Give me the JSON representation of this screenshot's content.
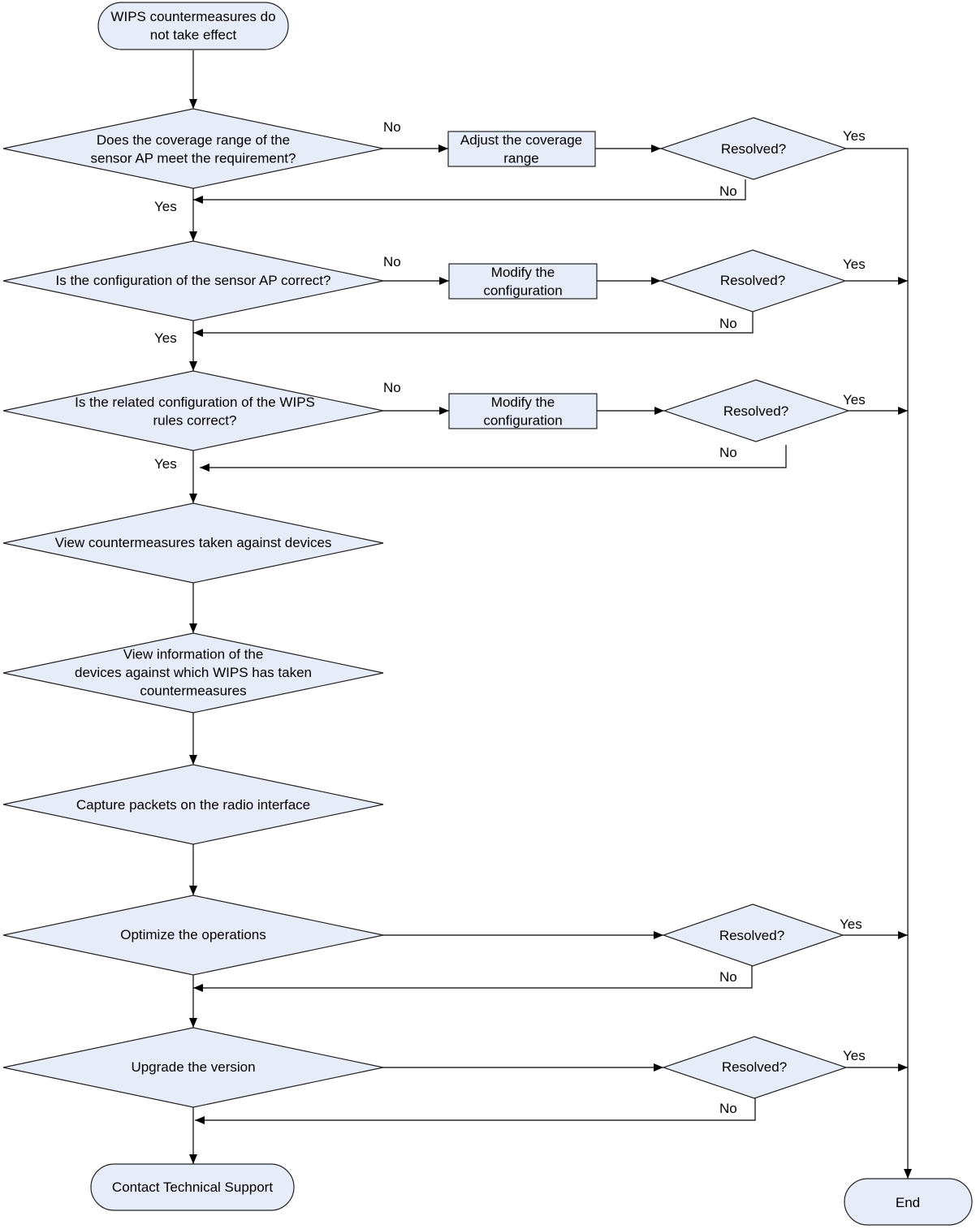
{
  "nodes": {
    "start": "WIPS countermeasures do not take effect",
    "q_coverage": "Does the coverage range of the sensor AP meet the requirement?",
    "a_adjust": "Adjust the coverage range",
    "r1": "Resolved?",
    "q_sensor_config": "Is the configuration of the sensor AP correct?",
    "a_modify_1": "Modify the configuration",
    "r2": "Resolved?",
    "q_wips_rules": "Is the related configuration of the WIPS rules correct?",
    "a_modify_2": "Modify the configuration",
    "r3": "Resolved?",
    "s_view_cm": "View countermeasures taken against devices",
    "s_view_devices": "View information of the devices against which WIPS has taken countermeasures",
    "s_capture": "Capture packets on the radio interface",
    "s_optimize": "Optimize the operations",
    "r4": "Resolved?",
    "s_upgrade": "Upgrade the version",
    "r5": "Resolved?",
    "contact": "Contact Technical Support",
    "end": "End"
  },
  "labels": {
    "q1_no": "No",
    "q1_yes": "Yes",
    "r1_yes": "Yes",
    "r1_no": "No",
    "q2_no": "No",
    "q2_yes": "Yes",
    "r2_yes": "Yes",
    "r2_no": "No",
    "q3_no": "No",
    "q3_yes": "Yes",
    "r3_yes": "Yes",
    "r3_no": "No",
    "r4_yes": "Yes",
    "r4_no": "No",
    "r5_yes": "Yes",
    "r5_no": "No"
  },
  "colors": {
    "node_fill": "#e6ecf8",
    "stroke": "#222222"
  }
}
